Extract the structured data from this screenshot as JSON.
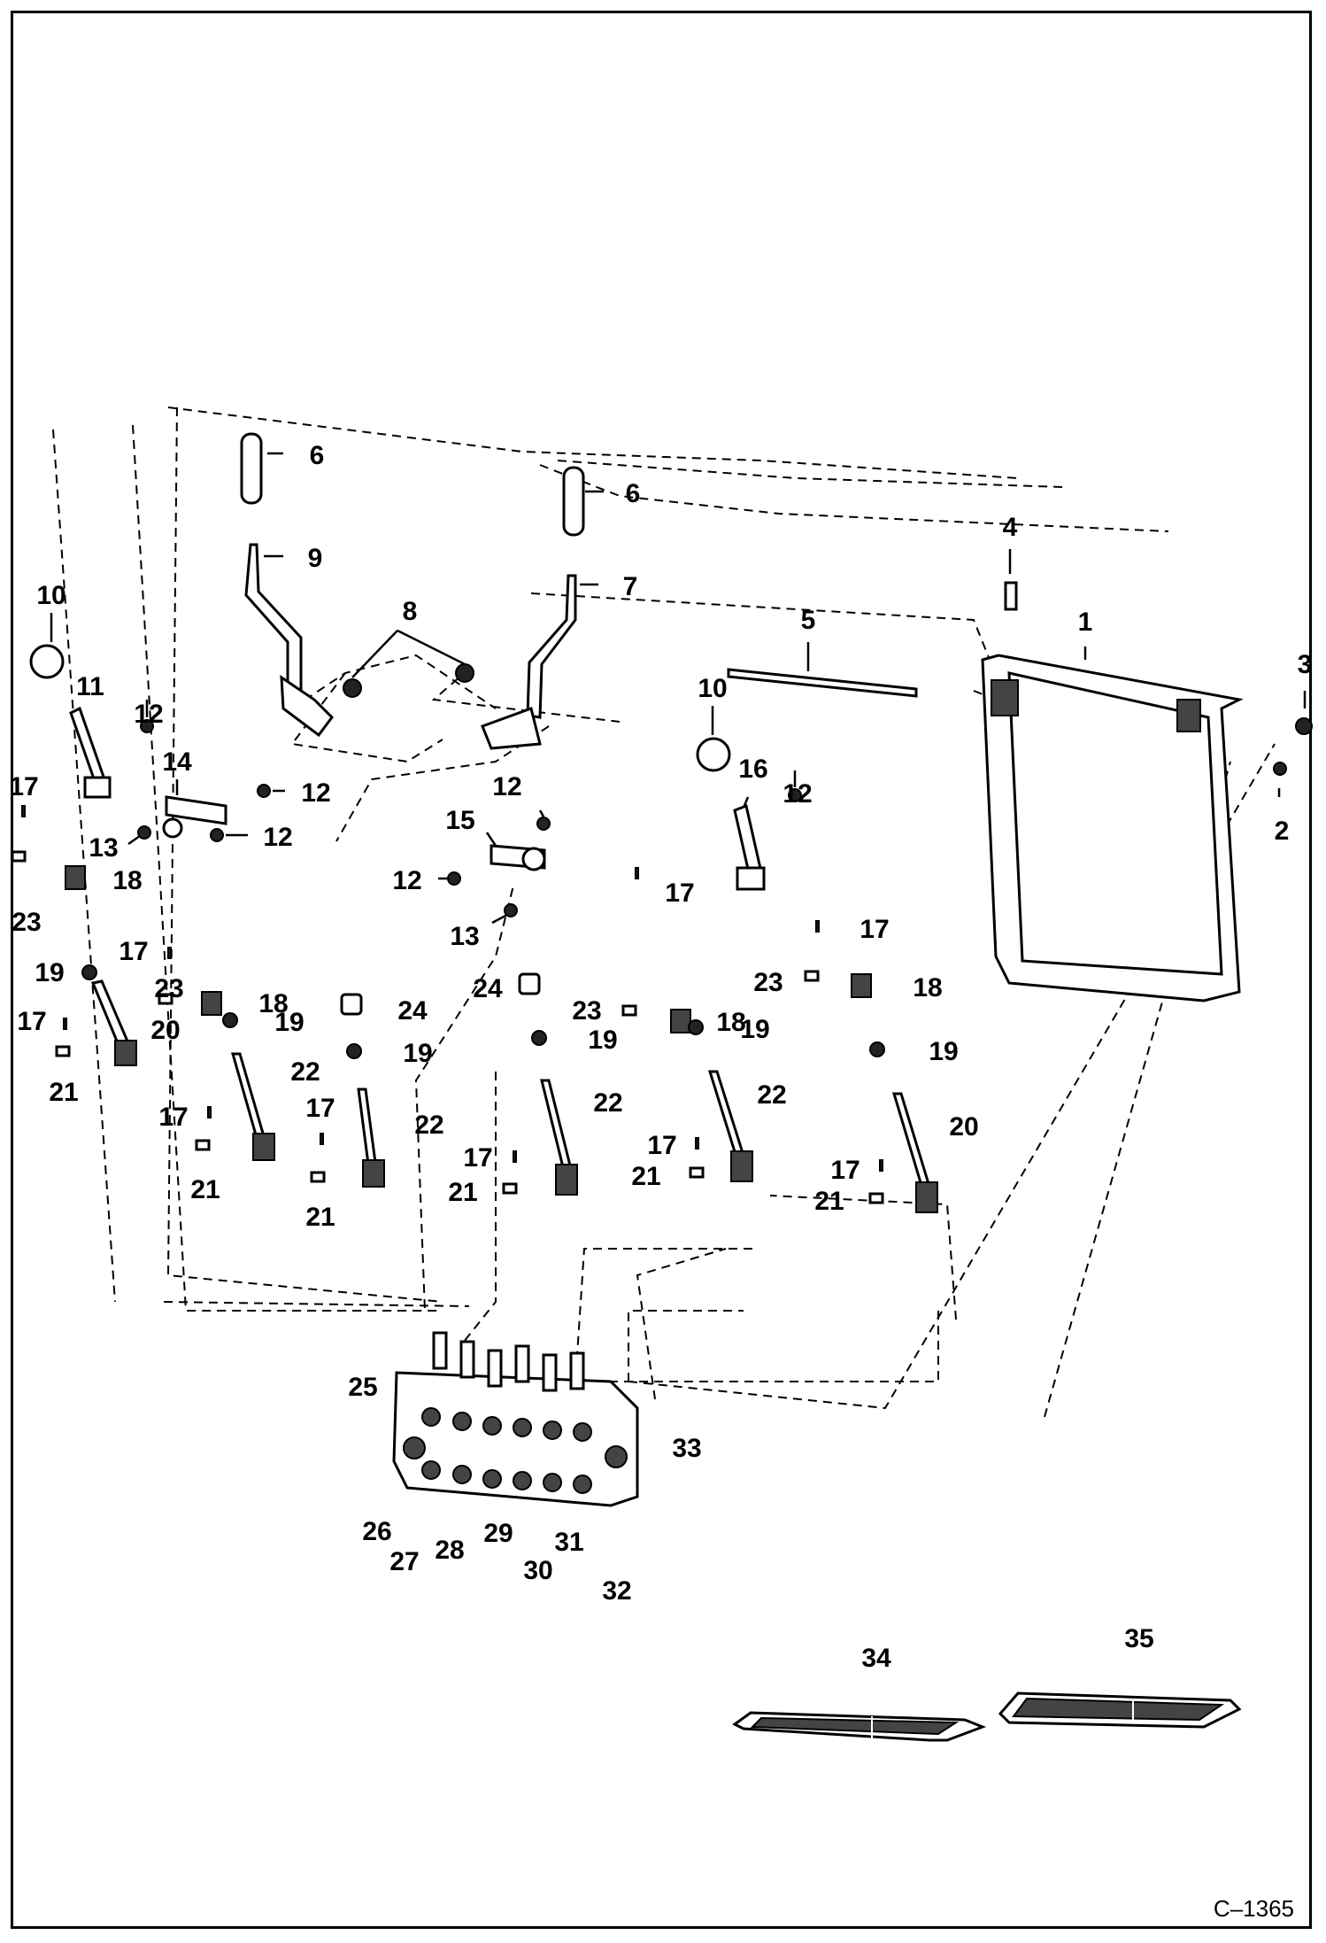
{
  "figure_code": "C–1365",
  "callouts": {
    "c1": "1",
    "c2": "2",
    "c3": "3",
    "c4": "4",
    "c5": "5",
    "c6a": "6",
    "c6b": "6",
    "c7": "7",
    "c8": "8",
    "c9": "9",
    "c10a": "10",
    "c10b": "10",
    "c11": "11",
    "c12a": "12",
    "c12b": "12",
    "c12c": "12",
    "c12d": "12",
    "c12e": "12",
    "c12f": "12",
    "c13a": "13",
    "c13b": "13",
    "c14": "14",
    "c15": "15",
    "c16": "16",
    "c17a": "17",
    "c17b": "17",
    "c17c": "17",
    "c17d": "17",
    "c17e": "17",
    "c17f": "17",
    "c17g": "17",
    "c17h": "17",
    "c17i": "17",
    "c17j": "17",
    "c18a": "18",
    "c18b": "18",
    "c18c": "18",
    "c18d": "18",
    "c19a": "19",
    "c19b": "19",
    "c19c": "19",
    "c19d": "19",
    "c19e": "19",
    "c19f": "19",
    "c20a": "20",
    "c20b": "20",
    "c21a": "21",
    "c21b": "21",
    "c21c": "21",
    "c21d": "21",
    "c21e": "21",
    "c21f": "21",
    "c22a": "22",
    "c22b": "22",
    "c22c": "22",
    "c22d": "22",
    "c23a": "23",
    "c23b": "23",
    "c23c": "23",
    "c23d": "23",
    "c24a": "24",
    "c24b": "24",
    "c25": "25",
    "c26": "26",
    "c27": "27",
    "c28": "28",
    "c29": "29",
    "c30": "30",
    "c31": "31",
    "c32": "32",
    "c33": "33",
    "c34": "34",
    "c35": "35"
  }
}
